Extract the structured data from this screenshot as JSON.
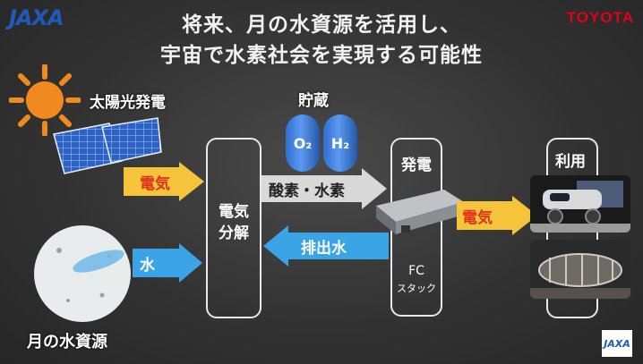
{
  "title_line1": "将来、月の水資源を活用し、",
  "title_line2": "宇宙で水素社会を実現する可能性",
  "logo_left": "JAXA",
  "logo_right": "TOYOTA",
  "logo_bottom_right": "JAXA",
  "solar_label": "太陽光発電",
  "moon_water_label": "月の水資源",
  "storage_label": "貯蔵",
  "tank_o2": "O₂",
  "tank_h2": "H₂",
  "arrow_electricity_1": "電気",
  "arrow_water": "水",
  "electrolysis_line1": "電気",
  "electrolysis_line2": "分解",
  "arrow_gases": "酸素・水素",
  "arrow_exhaust_water": "排出水",
  "power_label": "発電",
  "fc_label_1": "FC",
  "fc_label_2": "スタック",
  "arrow_electricity_2": "電気",
  "usage_label": "利用"
}
